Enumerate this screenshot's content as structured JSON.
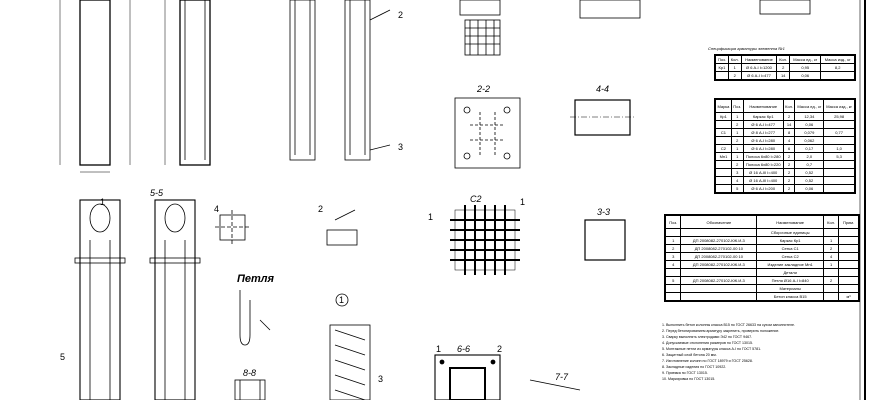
{
  "sections": {
    "s22": "2-2",
    "s44": "4-4",
    "s55": "5-5",
    "s33": "3-3",
    "s66": "6-6",
    "s77": "7-7",
    "s88": "8-8",
    "c2": "С2",
    "petlya": "Петля",
    "circle1": "1"
  },
  "callouts": [
    "1",
    "2",
    "3",
    "4",
    "5"
  ],
  "table1": {
    "title": "Спецификация арматуры элемента №1",
    "headers": [
      "Поз.",
      "Кол.",
      "Наименование",
      "Кол.",
      "Масса ед., кг",
      "Масса изд., кг"
    ],
    "rows": [
      [
        "Кр1",
        "1",
        "Ø 6 А-I  l=1200",
        "2",
        "0,95",
        "8,2"
      ],
      [
        "",
        "2",
        "Ø 6 А-I  l=477",
        "14",
        "0,06",
        ""
      ]
    ]
  },
  "table2": {
    "headers": [
      "Марка",
      "Поз.",
      "Наименование",
      "Кол.",
      "Масса ед., кг",
      "Масса изд., кг"
    ],
    "rows": [
      [
        "Кр1",
        "1",
        "Каркас Кр1",
        "2",
        "12,34",
        "25,98"
      ],
      [
        "",
        "2",
        "Ø 6 А-I  l=477",
        "14",
        "0,06",
        ""
      ],
      [
        "С1",
        "1",
        "Ø 8 А-I  l=277",
        "8",
        "0,079",
        "0,77"
      ],
      [
        "",
        "2",
        "Ø 6 А-I  l=280",
        "4",
        "0,062",
        ""
      ],
      [
        "С2",
        "1",
        "Ø 6 А-I  l=280",
        "6",
        "0,17",
        "1,0"
      ],
      [
        "Мн1",
        "1",
        "Полоса 6х80  l=280",
        "2",
        "2,0",
        "5,3"
      ],
      [
        "",
        "2",
        "Полоса 6х80  l=220",
        "2",
        "0,7",
        ""
      ],
      [
        "",
        "3",
        "Ø 16 А-III  l=400",
        "2",
        "0,52",
        ""
      ],
      [
        "",
        "4",
        "Ø 16 А-III  l=400",
        "2",
        "0,52",
        ""
      ],
      [
        "",
        "5",
        "Ø 6 А-I  l=200",
        "2",
        "0,06",
        ""
      ]
    ]
  },
  "table3": {
    "headers": [
      "Поз.",
      "Обозначение",
      "Наименование",
      "Кол.",
      "Прим."
    ],
    "rows": [
      [
        "",
        "",
        "Сборочные единицы",
        "",
        ""
      ],
      [
        "1",
        "ДП 2008082-270102-КЖ.И-3",
        "Каркас Кр1",
        "1",
        ""
      ],
      [
        "2",
        "ДП 2008082-270102-00 10",
        "Сетка С1",
        "2",
        ""
      ],
      [
        "3",
        "ДП 2008082-270102-00 10",
        "Сетка С2",
        "4",
        ""
      ],
      [
        "4",
        "ДП 2008082-270102-КЖ.И-3",
        "Изделие закладное Мн1",
        "1",
        ""
      ],
      [
        "",
        "",
        "Детали",
        "",
        ""
      ],
      [
        "5",
        "ДП 2008082-270102-КЖ.И-3",
        "Петля Ø16 А-I  l=840",
        "2",
        ""
      ],
      [
        "",
        "",
        "Материалы",
        "",
        ""
      ],
      [
        "",
        "",
        "Бетон класса В15",
        "",
        "м³"
      ]
    ]
  },
  "notes": [
    "1. Выполнить бетон колонны класса В15 по ГОСТ 26633 на сухом заполнителе.",
    "2. Перед бетонированием арматуру закрепить, проверить положение.",
    "3. Сварку выполнять электродами Э42 по ГОСТ 9467.",
    "4. Допускаемые отклонения размеров по ГОСТ 13015.",
    "5. Монтажные петли из арматуры класса А-I по ГОСТ 5781.",
    "6. Защитный слой бетона 20 мм.",
    "7. Изготовление колонн по ГОСТ 18979 и ГОСТ 25628.",
    "8. Закладные изделия по ГОСТ 10922.",
    "9. Приемка по ГОСТ 13015.",
    "10. Маркировка по ГОСТ 13015."
  ]
}
